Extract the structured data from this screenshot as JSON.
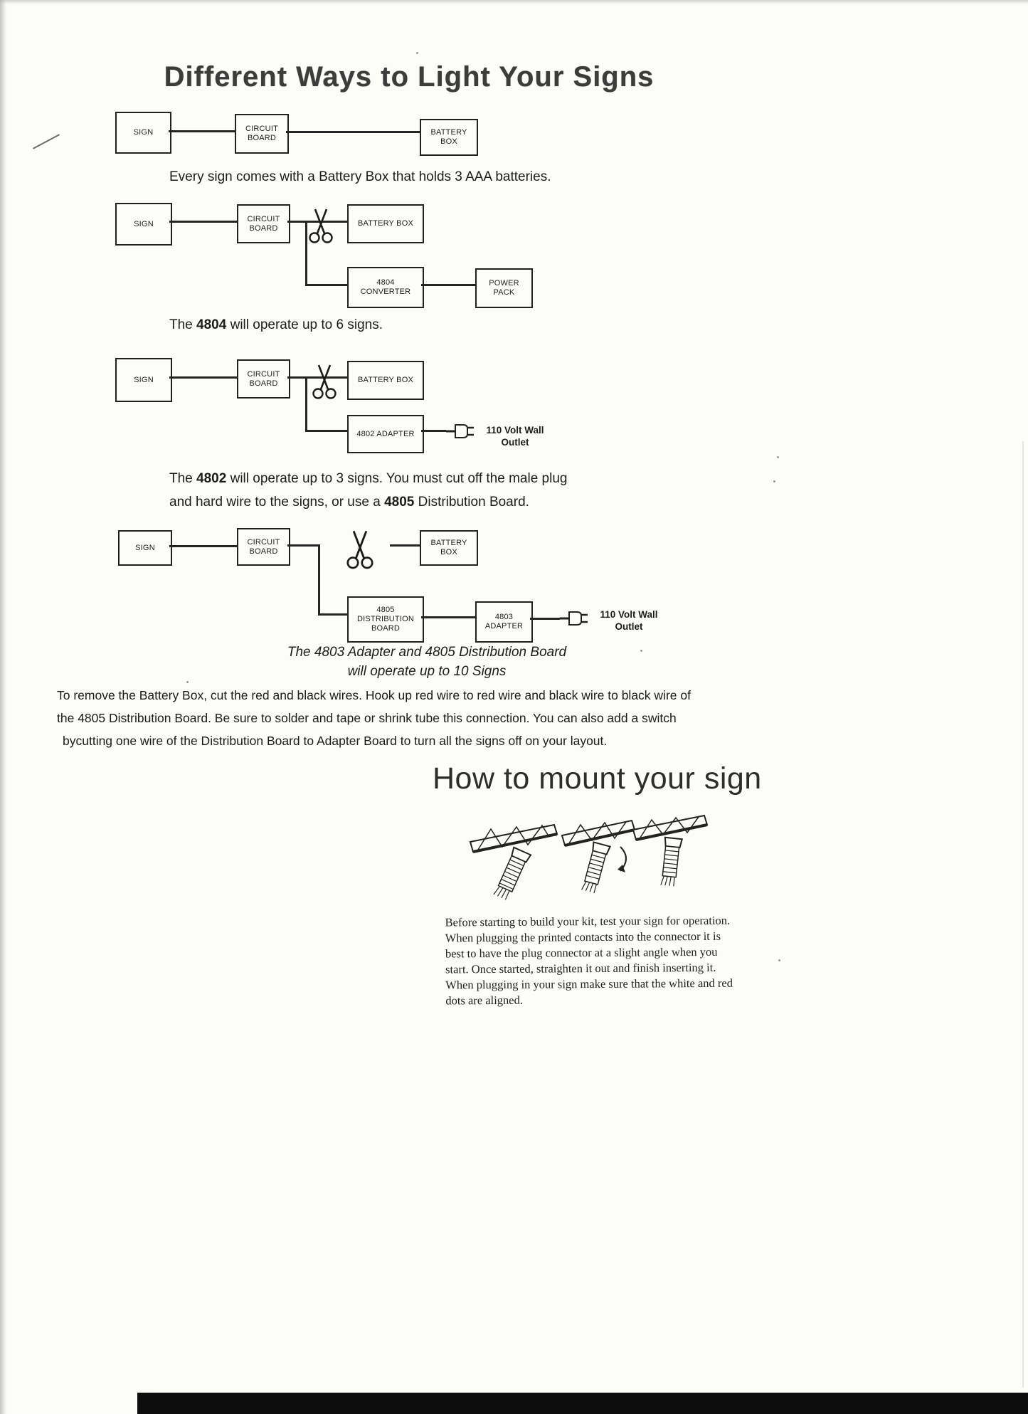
{
  "title": "Different Ways to Light Your Signs",
  "boxes": {
    "sign": [
      "SIGN"
    ],
    "circuit_board": [
      "CIRCUIT",
      "BOARD"
    ],
    "battery_box_stacked": [
      "BATTERY",
      "BOX"
    ],
    "battery_box_wide": [
      "BATTERY BOX"
    ],
    "converter_4804": [
      "4804",
      "CONVERTER"
    ],
    "power_pack": [
      "POWER",
      "PACK"
    ],
    "adapter_4802": [
      "4802 ADAPTER"
    ],
    "distribution_4805": [
      "4805",
      "DISTRIBUTION",
      "BOARD"
    ],
    "adapter_4803": [
      "4803",
      "ADAPTER"
    ]
  },
  "outlet": {
    "line1": "110 Volt Wall",
    "line2": "Outlet"
  },
  "captions": {
    "row1": "Every sign comes with a Battery Box that holds 3 AAA batteries.",
    "row2_pre": "The ",
    "row2_bold": "4804",
    "row2_post": " will operate up to 6 signs.",
    "row3_l1_pre": "The ",
    "row3_l1_bold": "4802",
    "row3_l1_post": " will operate up to 3 signs.  You must cut off the male plug",
    "row3_l2_pre": "and hard wire to the signs, or use a ",
    "row3_l2_bold": "4805",
    "row3_l2_post": " Distribution Board.",
    "row4_line1": "The  4803  Adapter and 4805 Distribution Board",
    "row4_line2": "will operate up to 10 Signs"
  },
  "body_paragraph": [
    "To remove the Battery Box, cut the red and black wires. Hook up red wire to red wire and black wire to black wire of",
    "the 4805 Distribution Board. Be sure to solder and tape or shrink tube this connection. You can also add a switch",
    "bycutting one wire of the Distribution Board to Adapter Board to turn all the signs off on your layout."
  ],
  "mount": {
    "heading": "How to mount your sign",
    "paragraph": [
      "Before starting to build your kit, test your sign for operation.",
      "When plugging the printed contacts into the connector it is",
      "best to have the plug connector at a slight angle when you",
      "start. Once started, straighten it out and finish inserting it.",
      "When plugging in your sign make sure that the white and red",
      "dots are aligned."
    ]
  },
  "icons": {
    "scissors": "crossed-scissors",
    "plug": "two-prong-plug"
  }
}
